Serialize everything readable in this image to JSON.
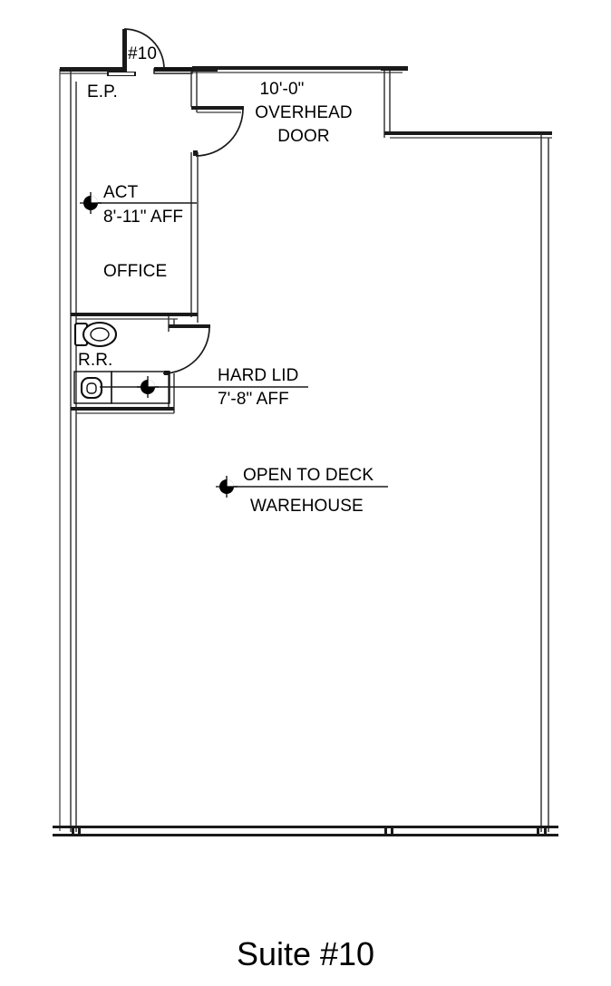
{
  "drawing": {
    "title": "Suite #10",
    "type": "floor-plan"
  },
  "labels": {
    "entry_door_tag": "#10",
    "electrical_panel": "E.P.",
    "overhead_door_width": "10'-0\"",
    "overhead_door_line1": "OVERHEAD",
    "overhead_door_line2": "DOOR",
    "act_ceiling": "ACT",
    "act_height": "8'-11\" AFF",
    "office_room": "OFFICE",
    "restroom": "R.R.",
    "hard_lid_ceiling": "HARD LID",
    "hard_lid_height": "7'-8\" AFF",
    "open_to_deck": "OPEN TO DECK",
    "warehouse_room": "WAREHOUSE"
  },
  "icons": {
    "ceiling_marker": "ceiling-height-target-marker",
    "door_swing": "door-swing-arc",
    "toilet": "toilet-fixture",
    "lavatory": "sink-fixture",
    "electrical_panel": "electrical-panel-symbol"
  },
  "colors": {
    "wall": "#1a1a1a",
    "thin_line": "#3a3a3a",
    "text": "#000000",
    "background": "#ffffff"
  }
}
